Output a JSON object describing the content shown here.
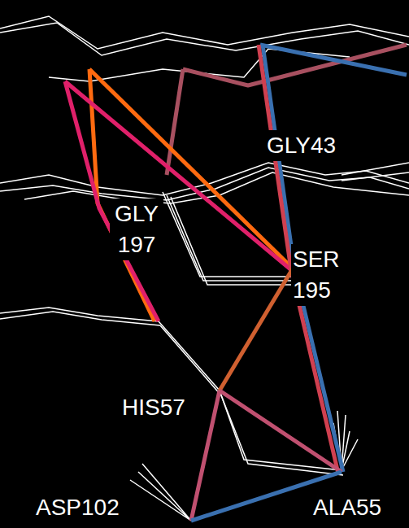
{
  "diagram": {
    "labels": [
      "GLY43",
      "GLY 197",
      "SER 195",
      "HIS57",
      "ASP102",
      "ALA55"
    ]
  }
}
